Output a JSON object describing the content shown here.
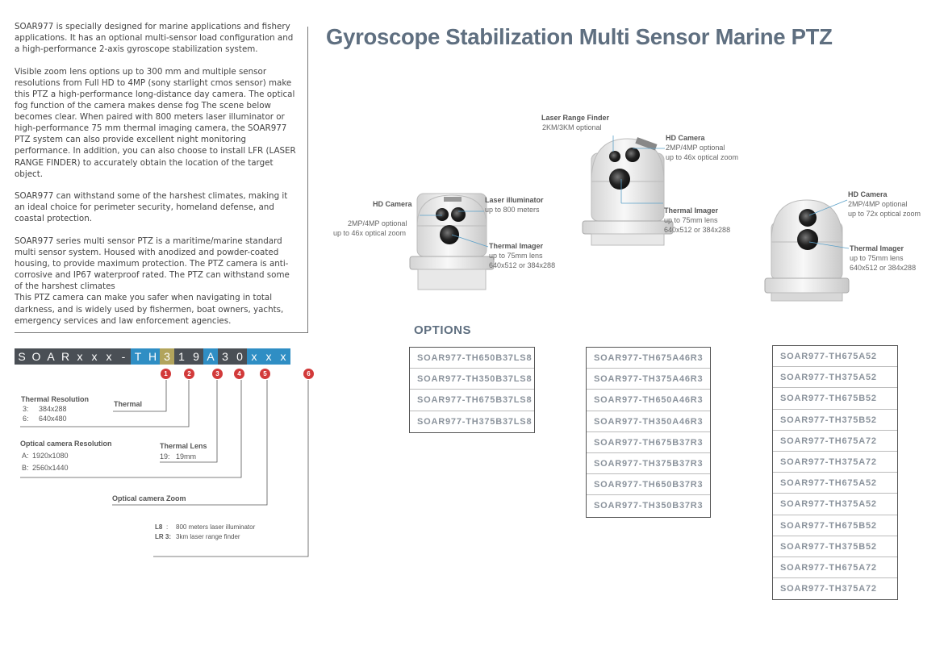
{
  "intro": {
    "paragraphs": [
      "SOAR977 is specially designed for marine applications and fishery applications. It has an optional multi-sensor load configuration and a high-performance 2-axis gyroscope stabilization system.",
      "Visible zoom lens options up to 300 mm and multiple sensor resolutions from Full HD to 4MP (sony starlight cmos sensor) make this PTZ a high-performance long-distance day camera. The optical fog function of the camera makes dense fog The scene below becomes clear. When paired with 800 meters laser illuminator or high-performance 75 mm thermal imaging camera, the SOAR977 PTZ system can also provide excellent night monitoring performance. In addition, you can also choose to install LFR (LASER RANGE FINDER) to accurately obtain the location of the target object.",
      "SOAR977 can withstand some of the harshest climates, making it an ideal choice for perimeter security, homeland defense, and coastal protection.",
      "SOAR977 series multi sensor PTZ is a maritime/marine standard multi sensor system.   Housed with anodized and powder-coated housing, to provide maximum protection. The PTZ camera is anti-corrosive and IP67 waterproof rated. The PTZ can withstand some of the harshest climates\nThis PTZ camera can make you safer when navigating in total darkness, and is widely used by fishermen, boat owners, yachts, emergency services and law enforcement agencies."
    ]
  },
  "title": "Gyroscope Stabilization Multi Sensor Marine PTZ",
  "cameras": {
    "left": {
      "hd_title": "HD  Camera",
      "hd_line1": "2MP/4MP optional",
      "hd_line2": "up to 46x optical zoom",
      "laser_title": "Laser illuminator",
      "laser_line1": "up to 800 meters",
      "thermal_title": "Thermal Imager",
      "thermal_line1": "up to 75mm lens",
      "thermal_line2": "640x512 or 384x288"
    },
    "middle": {
      "lrf_title": "Laser Range Finder",
      "lrf_line1": "2KM/3KM optional",
      "hd_title": "HD  Camera",
      "hd_line1": "2MP/4MP optional",
      "hd_line2": "up to 46x optical zoom",
      "thermal_title": "Thermal Imager",
      "thermal_line1": "up to 75mm lens",
      "thermal_line2": "640x512 or 384x288"
    },
    "right": {
      "hd_title": "HD  Camera",
      "hd_line1": "2MP/4MP optional",
      "hd_line2": "up to 72x optical zoom",
      "thermal_title": "Thermal Imager",
      "thermal_line1": "up to 75mm lens",
      "thermal_line2": "640x512 or 384x288"
    }
  },
  "options": {
    "heading": "OPTIONS",
    "col1": [
      "SOAR977-TH650B37LS8",
      "SOAR977-TH350B37LS8",
      "SOAR977-TH675B37LS8",
      "SOAR977-TH375B37LS8"
    ],
    "col2": [
      "SOAR977-TH675A46R3",
      "SOAR977-TH375A46R3",
      "SOAR977-TH650A46R3",
      "SOAR977-TH350A46R3",
      "SOAR977-TH675B37R3",
      "SOAR977-TH375B37R3",
      "SOAR977-TH650B37R3",
      "SOAR977-TH350B37R3"
    ],
    "col3": [
      "SOAR977-TH675A52",
      "SOAR977-TH375A52",
      "SOAR977-TH675B52",
      "SOAR977-TH375B52",
      "SOAR977-TH675A72",
      "SOAR977-TH375A72",
      "SOAR977-TH675A52",
      "SOAR977-TH375A52",
      "SOAR977-TH675B52",
      "SOAR977-TH375B52",
      "SOAR977-TH675A72",
      "SOAR977-TH375A72"
    ]
  },
  "code": {
    "chars": [
      "S",
      "O",
      "A",
      "R",
      "x",
      "x",
      "x",
      "-",
      "T",
      "H",
      "3",
      "1",
      "9",
      "A",
      "3",
      "0",
      "x",
      "x",
      "x"
    ],
    "colors": {
      "dark": "#4a4f55",
      "blue": "#2f8ec4",
      "olive": "#b2a45c"
    },
    "numbers": [
      "1",
      "2",
      "3",
      "4",
      "5",
      "6"
    ],
    "thermal_resolution_title": "Thermal Resolution",
    "thermal_res_3_key": "3:",
    "thermal_res_3_val": "384x288",
    "thermal_res_6_key": "6:",
    "thermal_res_6_val": "640x480",
    "thermal_label": "Thermal",
    "optical_res_title": "Optical camera Resolution",
    "optical_a_key": "A:",
    "optical_a_val": "1920x1080",
    "optical_b_key": "B:",
    "optical_b_val": "2560x1440",
    "thermal_lens_title": "Thermal Lens",
    "thermal_lens_19_key": "19:",
    "thermal_lens_19_val": "19mm",
    "optical_zoom_title": "Optical camera Zoom",
    "l8_key": "L8",
    "l8_sep": ":",
    "l8_val": "800 meters laser illuminator",
    "lr3_key": "LR 3:",
    "lr3_val": "3km laser range finder"
  }
}
